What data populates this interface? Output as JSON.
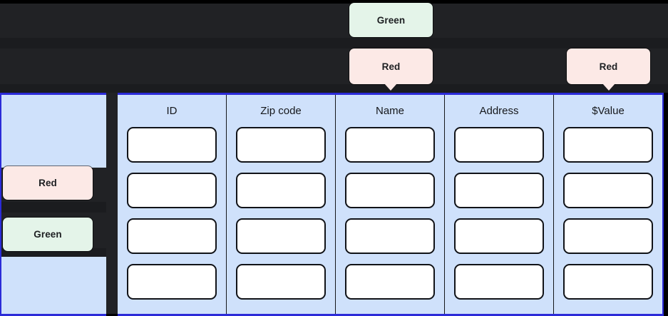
{
  "theme": {
    "dark_bg": "#212225",
    "dark_gap": "#1b1c1f",
    "panel_bg": "#cfe1fb",
    "panel_border": "#2b2bd8",
    "tooltip_red_bg": "#fce9e6",
    "tooltip_green_bg": "#e4f4e9",
    "cell_border": "#111318",
    "cell_bg": "#ffffff",
    "text": "#16181c"
  },
  "overlay_tooltips": [
    {
      "id": "top-green",
      "label": "Green",
      "variant": "green",
      "has_arrow": false
    },
    {
      "id": "mid-red-left",
      "label": "Red",
      "variant": "red",
      "has_arrow": true
    },
    {
      "id": "mid-red-right",
      "label": "Red",
      "variant": "red",
      "has_arrow": true
    }
  ],
  "left_panel": {
    "tooltips": [
      {
        "id": "left-red",
        "label": "Red",
        "variant": "red"
      },
      {
        "id": "left-green",
        "label": "Green",
        "variant": "green"
      }
    ]
  },
  "table": {
    "columns": [
      {
        "key": "id",
        "header": "ID",
        "rows": [
          "",
          "",
          "",
          ""
        ]
      },
      {
        "key": "zip",
        "header": "Zip code",
        "rows": [
          "",
          "",
          "",
          ""
        ]
      },
      {
        "key": "name",
        "header": "Name",
        "rows": [
          "",
          "",
          "",
          ""
        ]
      },
      {
        "key": "address",
        "header": "Address",
        "rows": [
          "",
          "",
          "",
          ""
        ]
      },
      {
        "key": "value",
        "header": "$Value",
        "rows": [
          "",
          "",
          "",
          ""
        ]
      }
    ],
    "row_count": 4
  }
}
